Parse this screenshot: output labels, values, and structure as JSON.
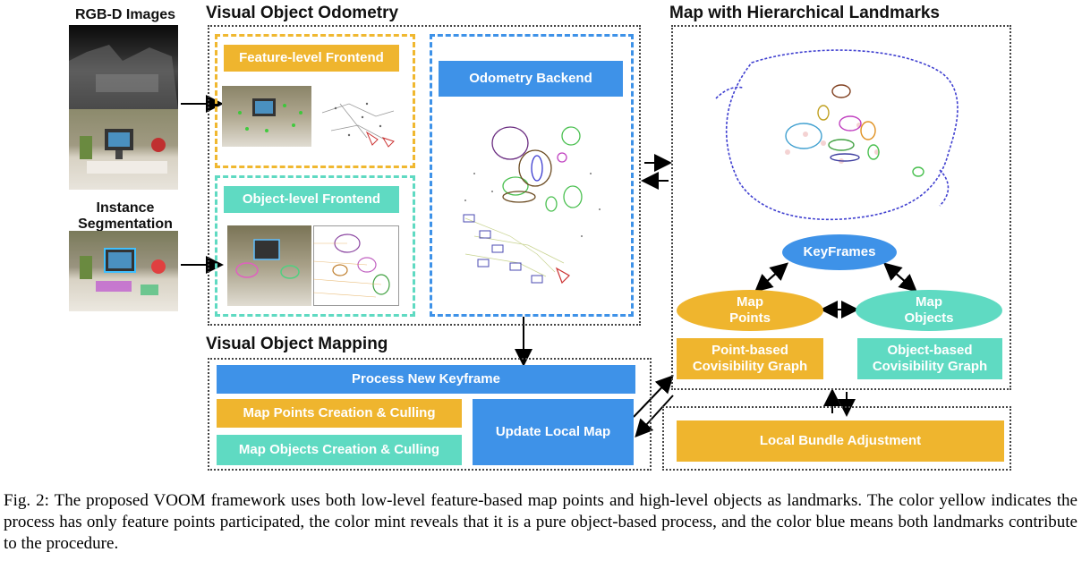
{
  "side_labels": {
    "rgbd": "RGB-D Images",
    "instance": "Instance\nSegmentation"
  },
  "headings": {
    "odometry": "Visual Object Odometry",
    "map": "Map with Hierarchical Landmarks",
    "mapping": "Visual Object Mapping"
  },
  "boxes": {
    "feature_frontend": "Feature-level Frontend",
    "object_frontend": "Object-level Frontend",
    "odometry_backend": "Odometry Backend",
    "keyframes": "KeyFrames",
    "map_points": "Map\nPoints",
    "map_objects": "Map\nObjects",
    "point_graph": "Point-based\nCovisibility Graph",
    "object_graph": "Object-based\nCovisibility Graph",
    "process_keyframe": "Process New Keyframe",
    "points_creation": "Map Points Creation & Culling",
    "objects_creation": "Map Objects Creation & Culling",
    "update_local_map": "Update Local Map",
    "local_ba": "Local Bundle Adjustment"
  },
  "colors": {
    "blue": "#3e92e8",
    "yellow": "#efb52e",
    "mint": "#5fdac2"
  },
  "caption": "Fig. 2: The proposed VOOM framework uses both low-level feature-based map points and high-level objects as landmarks. The color yellow indicates the process has only feature points participated, the color mint reveals that it is a pure object-based process, and the color blue means both landmarks contribute to the procedure."
}
